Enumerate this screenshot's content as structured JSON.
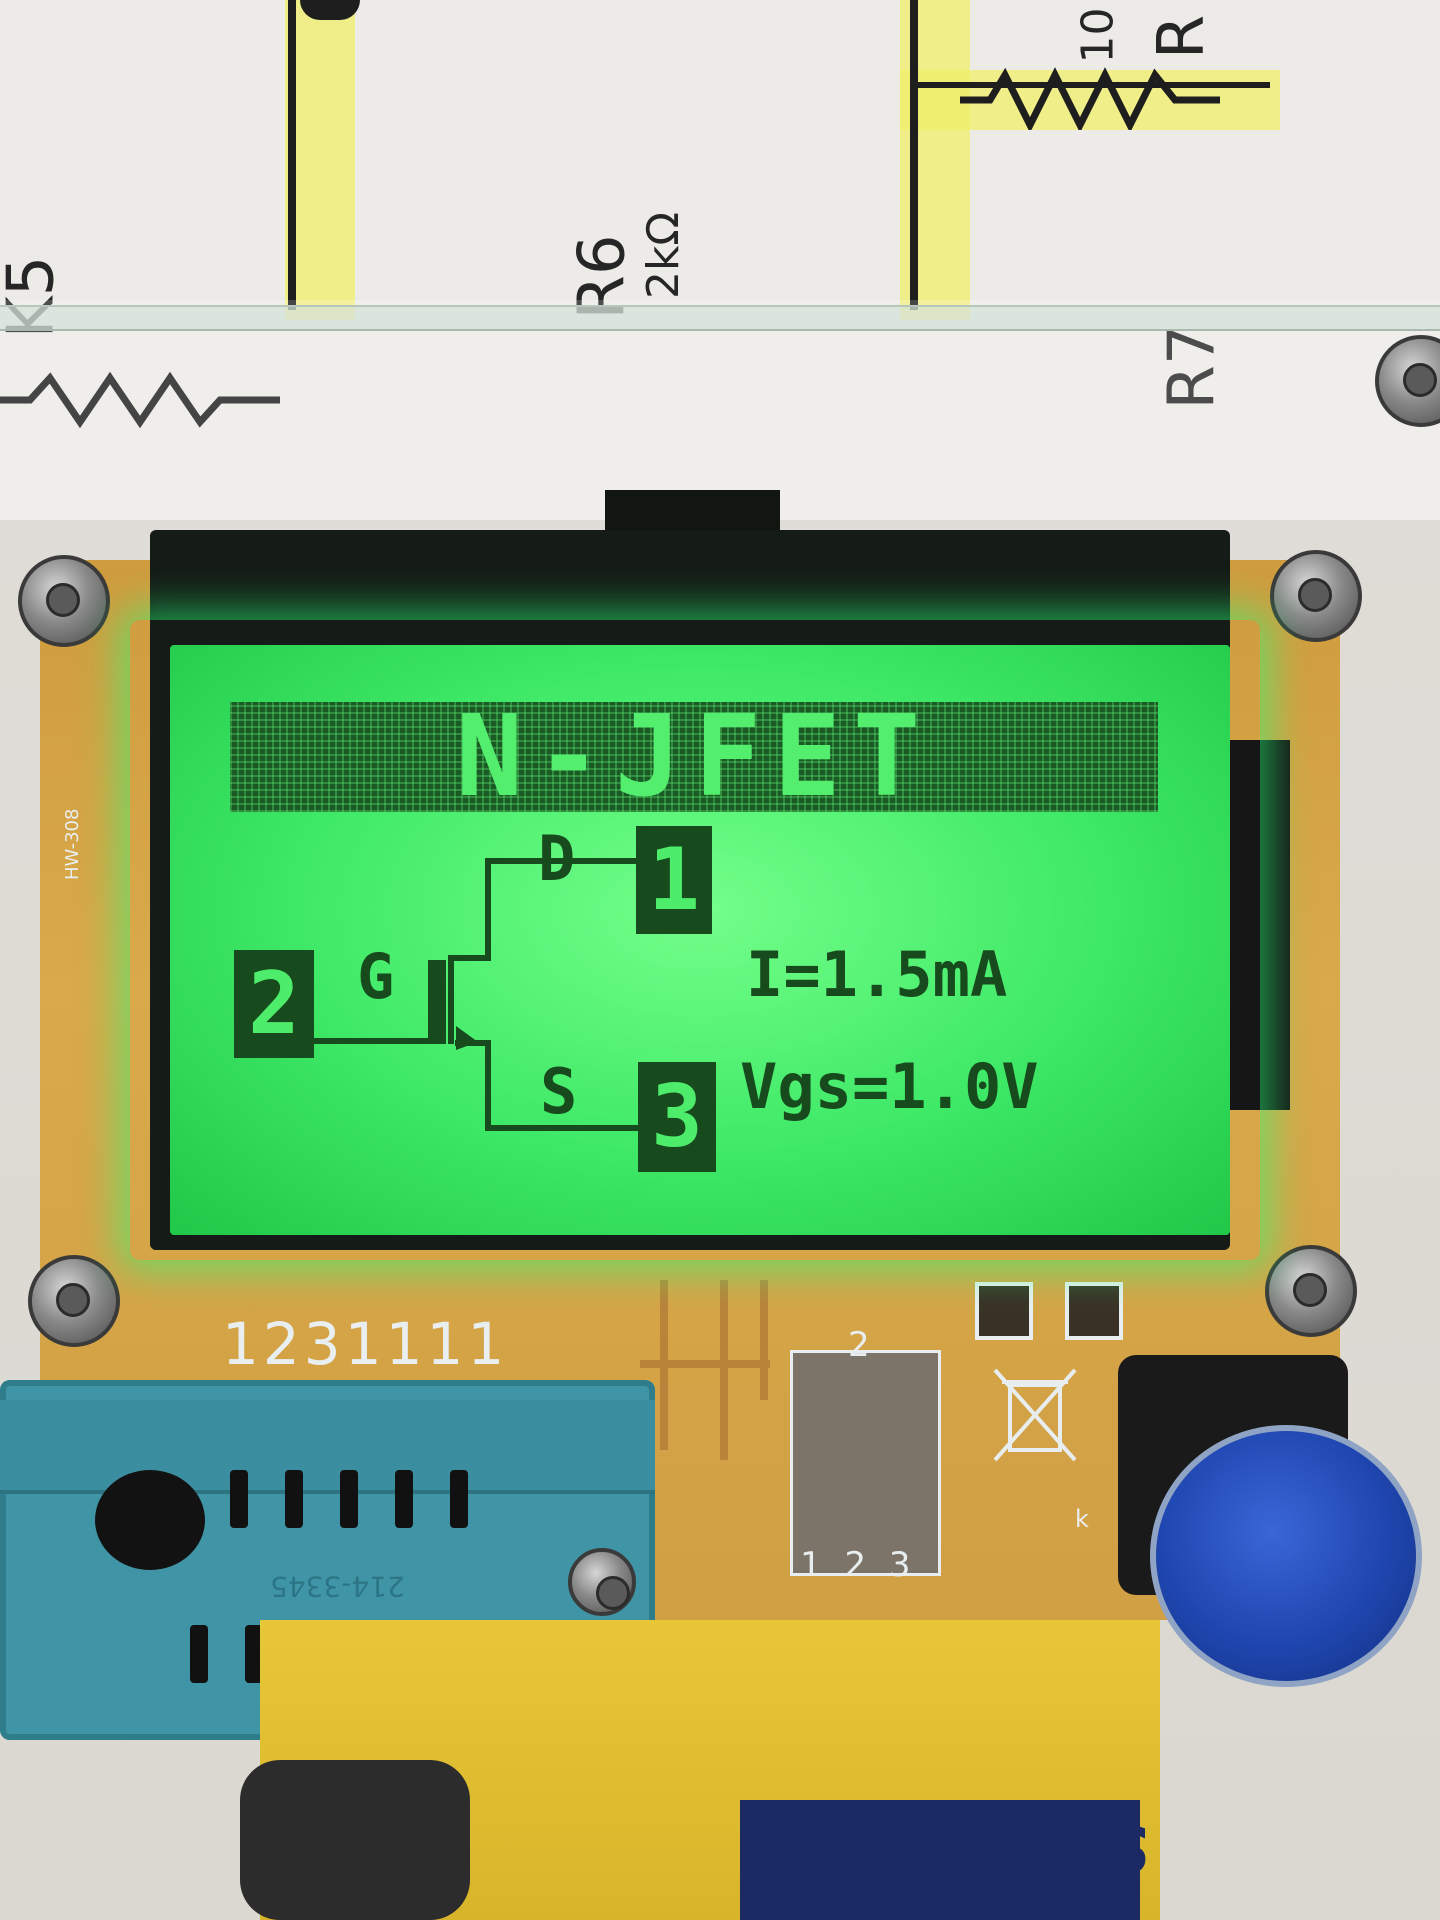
{
  "lcd": {
    "title": "N-JFET",
    "drain_pin": "1",
    "gate_pin": "2",
    "source_pin": "3",
    "drain_label": "D",
    "gate_label": "G",
    "source_label": "S",
    "current": "I=1.5mA",
    "vgs": "Vgs=1.0V"
  },
  "paper": {
    "label_r6": "R6",
    "label_r6_value": "2kΩ",
    "label_r7": "R7",
    "label_r_top": "R",
    "label_10": "10",
    "label_k5": "K5"
  },
  "pcb": {
    "pin_numbers": "1231111",
    "board_id": "HW-308",
    "mosfet_top_pin": "2",
    "mosfet_bottom_pins": "1 2 3",
    "k_label": "k"
  },
  "socket": {
    "part_number": "214-3345"
  },
  "battery": {
    "brand": "SUPERLIFE"
  },
  "colors": {
    "lcd_background": "#3de866",
    "lcd_pixels": "#174b1e",
    "pcb": "#d9a94a",
    "zif_socket": "#3f95a6",
    "button_cap": "#1f46b0"
  }
}
